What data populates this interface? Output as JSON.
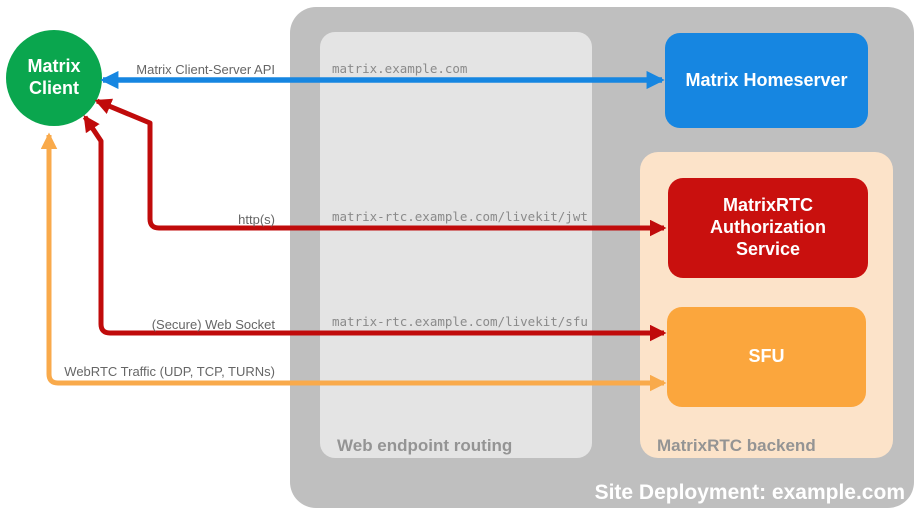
{
  "colors": {
    "green": "#0aa64e",
    "blue": "#1686e1",
    "red": "#c00b0b",
    "red_box": "#c9100e",
    "orange": "#f9aa4b",
    "orange_box": "#fba63d",
    "peach": "#fce3c9",
    "outer_gray": "#bfbfbf",
    "inner_gray": "#e4e4e4"
  },
  "nodes": {
    "client": {
      "label": "Matrix Client"
    },
    "homeserver": {
      "label": "Matrix Homeserver"
    },
    "auth_service": {
      "label": "MatrixRTC Authorization Service"
    },
    "sfu": {
      "label": "SFU"
    }
  },
  "containers": {
    "site": {
      "label": "Site Deployment: example.com"
    },
    "routing": {
      "label": "Web endpoint routing"
    },
    "backend": {
      "label": "MatrixRTC backend"
    }
  },
  "connections": [
    {
      "id": "client-server-api",
      "label": "Matrix Client-Server API",
      "endpoint": "matrix.example.com"
    },
    {
      "id": "https-auth",
      "label": "http(s)",
      "endpoint": "matrix-rtc.example.com/livekit/jwt"
    },
    {
      "id": "websocket-sfu",
      "label": "(Secure) Web Socket",
      "endpoint": "matrix-rtc.example.com/livekit/sfu"
    },
    {
      "id": "webrtc-traffic",
      "label": "WebRTC Traffic (UDP, TCP, TURNs)"
    }
  ]
}
